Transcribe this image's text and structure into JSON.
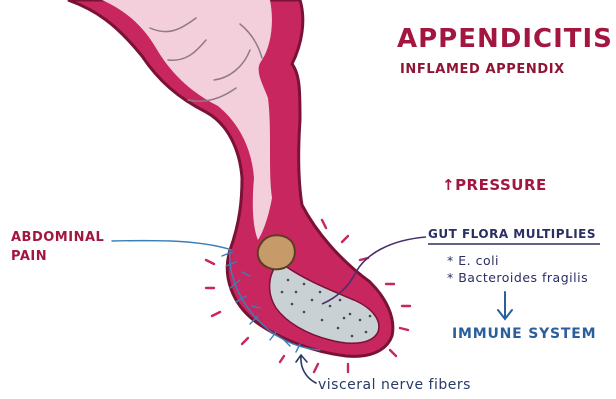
{
  "title": "APPENDICITIS",
  "subtitle": "INFLAMED APPENDIX",
  "pressure_label": "↑PRESSURE",
  "pain_label_line1": "ABDOMINAL",
  "pain_label_line2": "PAIN",
  "gut_flora_label": "GUT FLORA MULTIPLIES",
  "bacteria": [
    "* E. coli",
    "* Bacteroides fragilis"
  ],
  "immune_label": "IMMUNE SYSTEM",
  "nerve_label": "visceral nerve fibers",
  "colors": {
    "wall": "#c8265e",
    "outline": "#7a1235",
    "mucosa": "#f3cfdc",
    "lumen": "#c9d1d5",
    "fecalith": "#c79a6a",
    "nerve": "#3a7fb8",
    "inflammation": "#c8265e",
    "annotation": "#2b2e63",
    "immune": "#2a5f9e"
  }
}
